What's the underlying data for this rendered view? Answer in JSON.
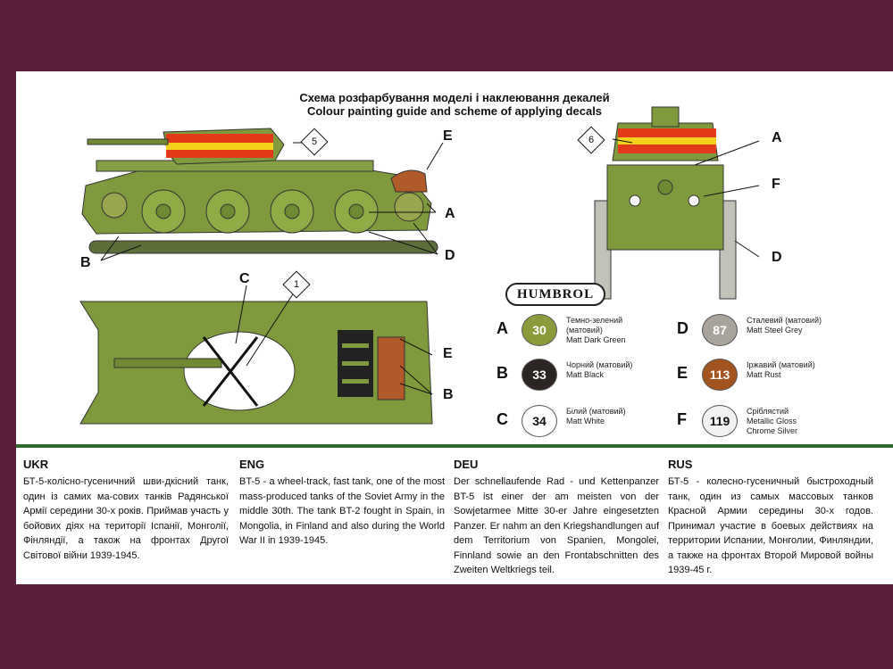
{
  "header": {
    "title_ukr": "Схема розфарбування моделі і наклеювання декалей",
    "title_eng": "Colour painting guide and scheme of applying decals"
  },
  "callouts": {
    "side": {
      "e": "E",
      "a": "A",
      "d": "D",
      "b": "B",
      "decal": "5"
    },
    "rear": {
      "a": "A",
      "f": "F",
      "d": "D",
      "decal": "6"
    },
    "top": {
      "c": "C",
      "e": "E",
      "b": "B",
      "decal": "1"
    }
  },
  "paints": {
    "brand": "HUMBROL",
    "items": [
      {
        "letter": "A",
        "code": "30",
        "name_ukr": "Темно-зелений",
        "finish_ukr": "(матовий)",
        "name_eng": "Matt Dark Green",
        "color": "#8a9b3c"
      },
      {
        "letter": "B",
        "code": "33",
        "name_ukr": "Чорний (матовий)",
        "name_eng": "Matt Black",
        "color": "#2b2523"
      },
      {
        "letter": "C",
        "code": "34",
        "name_ukr": "Білий (матовий)",
        "name_eng": "Matt White",
        "color": "#ffffff"
      },
      {
        "letter": "D",
        "code": "87",
        "name_ukr": "Сталевий (матовий)",
        "name_eng": "Matt Steel Grey",
        "color": "#a8a39b"
      },
      {
        "letter": "E",
        "code": "113",
        "name_ukr": "Іржавий (матовий)",
        "name_eng": "Matt Rust",
        "color": "#a4541e"
      },
      {
        "letter": "F",
        "code": "119",
        "name_ukr": "Сріблястий",
        "name_eng": "Metallic Gloss",
        "name_eng2": "Chrome Silver",
        "color": "#f2f2f2"
      }
    ]
  },
  "descriptions": [
    {
      "heading": "UKR",
      "text": "БТ-5-колісно-гусеничний шви-дкісний танк, один із самих ма-сових танків Радянської Армії середини 30-х років. Приймав участь у бойових діях на території Іспанії, Монголії, Фінляндії, а також на фронтах Другої Світової війни 1939-1945."
    },
    {
      "heading": "ENG",
      "text": "BT-5 - a wheel-track, fast tank, one of the most mass-produced tanks of the Soviet Army in the middle 30th. The tank BT-2 fought in Spain, in Mongolia, in Finland and also during the World War II in 1939-1945."
    },
    {
      "heading": "DEU",
      "text": "Der schnellaufende Rad - und Kettenpanzer BT-5 ist einer der am meisten von der Sowjetarmee Mitte 30-er Jahre eingesetzten Panzer. Er nahm an den Kriegshandlungen auf dem Territorium von Spanien, Mongolei, Finnland sowie an den Frontabschnitten des Zweiten Weltkriegs teil."
    },
    {
      "heading": "RUS",
      "text": "БТ-5 - колесно-гусеничный быстроходный танк, один из самых массовых танков Красной Армии середины 30-х годов. Принимал участие в боевых действиях на территории Испании, Монголии, Финляндии, а также на фронтах Второй Мировой войны 1939-45 г."
    }
  ],
  "colors": {
    "background": "#5a1f3a",
    "tank_green": "#7f9a3c",
    "divider": "#2f6b2a"
  }
}
